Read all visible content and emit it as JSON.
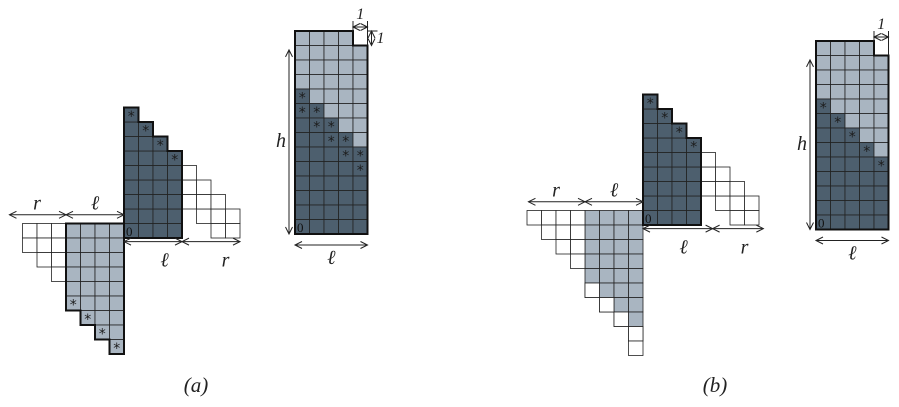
{
  "colors": {
    "dark": "#4d5f6e",
    "light": "#a9b5c1",
    "empty": "#ffffff",
    "grid": "#222222",
    "outline": "#111111"
  },
  "labels": {
    "r": "r",
    "l": "ℓ",
    "h": "h",
    "one": "1",
    "zero": "0",
    "star": "*",
    "caption_a": "(a)",
    "caption_b": "(b)"
  }
}
